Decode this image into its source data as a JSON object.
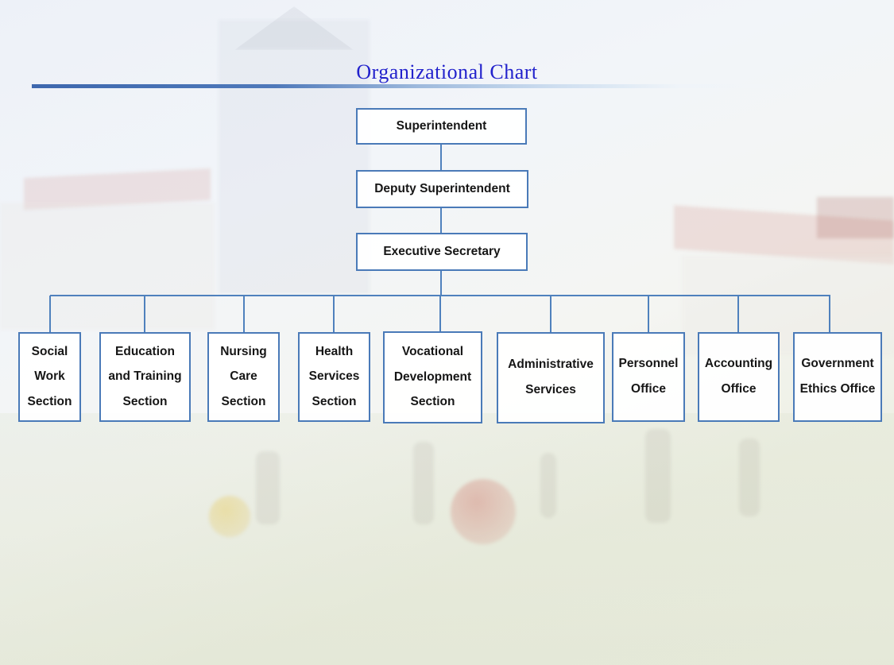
{
  "title": {
    "text": "Organizational Chart"
  },
  "colors": {
    "title_text": "#2222cc",
    "box_border": "#4a7ab8",
    "connector": "#4f81bd",
    "rule_gradient_start": "#3e68ae",
    "rule_gradient_end": "#ffffff"
  },
  "org": {
    "top_nodes": [
      {
        "label": "Superintendent"
      },
      {
        "label": "Deputy Superintendent"
      },
      {
        "label": "Executive Secretary"
      }
    ],
    "branch_nodes": [
      {
        "lines": [
          "Social",
          "Work",
          "Section"
        ]
      },
      {
        "lines": [
          "Education",
          "and Training",
          "Section"
        ]
      },
      {
        "lines": [
          "Nursing",
          "Care",
          "Section"
        ]
      },
      {
        "lines": [
          "Health",
          "Services",
          "Section"
        ]
      },
      {
        "lines": [
          "Vocational",
          "Development",
          "Section"
        ]
      },
      {
        "lines": [
          "Administrative",
          "Services"
        ]
      },
      {
        "lines": [
          "Personnel",
          "Office"
        ]
      },
      {
        "lines": [
          "Accounting",
          "Office"
        ]
      },
      {
        "lines": [
          "Government",
          "Ethics Office"
        ]
      }
    ]
  },
  "background": {
    "description_elements": [
      "building-photo-watermark",
      "lawn",
      "yellow-ball",
      "red-ball"
    ]
  }
}
